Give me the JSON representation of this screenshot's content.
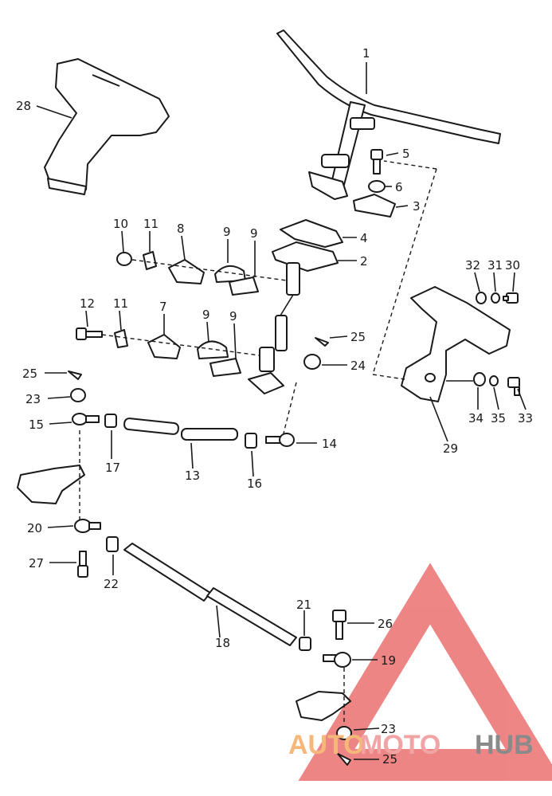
{
  "callouts": {
    "c1": "1",
    "c2": "2",
    "c3": "3",
    "c4": "4",
    "c5": "5",
    "c6": "6",
    "c7": "7",
    "c8": "8",
    "c9a": "9",
    "c9b": "9",
    "c9c": "9",
    "c9d": "9",
    "c10": "10",
    "c11a": "11",
    "c11b": "11",
    "c12": "12",
    "c13": "13",
    "c14": "14",
    "c15": "15",
    "c16": "16",
    "c17": "17",
    "c18": "18",
    "c19": "19",
    "c20": "20",
    "c21": "21",
    "c22": "22",
    "c23a": "23",
    "c23b": "23",
    "c24": "24",
    "c25a": "25",
    "c25b": "25",
    "c25c": "25",
    "c26": "26",
    "c27": "27",
    "c28": "28",
    "c29": "29",
    "c30": "30",
    "c31": "31",
    "c32": "32",
    "c33": "33",
    "c34": "34",
    "c35": "35"
  },
  "watermark": {
    "part1": "AUTO",
    "part2": "MOTO",
    "part3": "HUB",
    "color1": "#f5b87a",
    "color2": "#f2a3a3",
    "color3": "#8a8a8a",
    "triangle_color": "#e85d5d"
  }
}
